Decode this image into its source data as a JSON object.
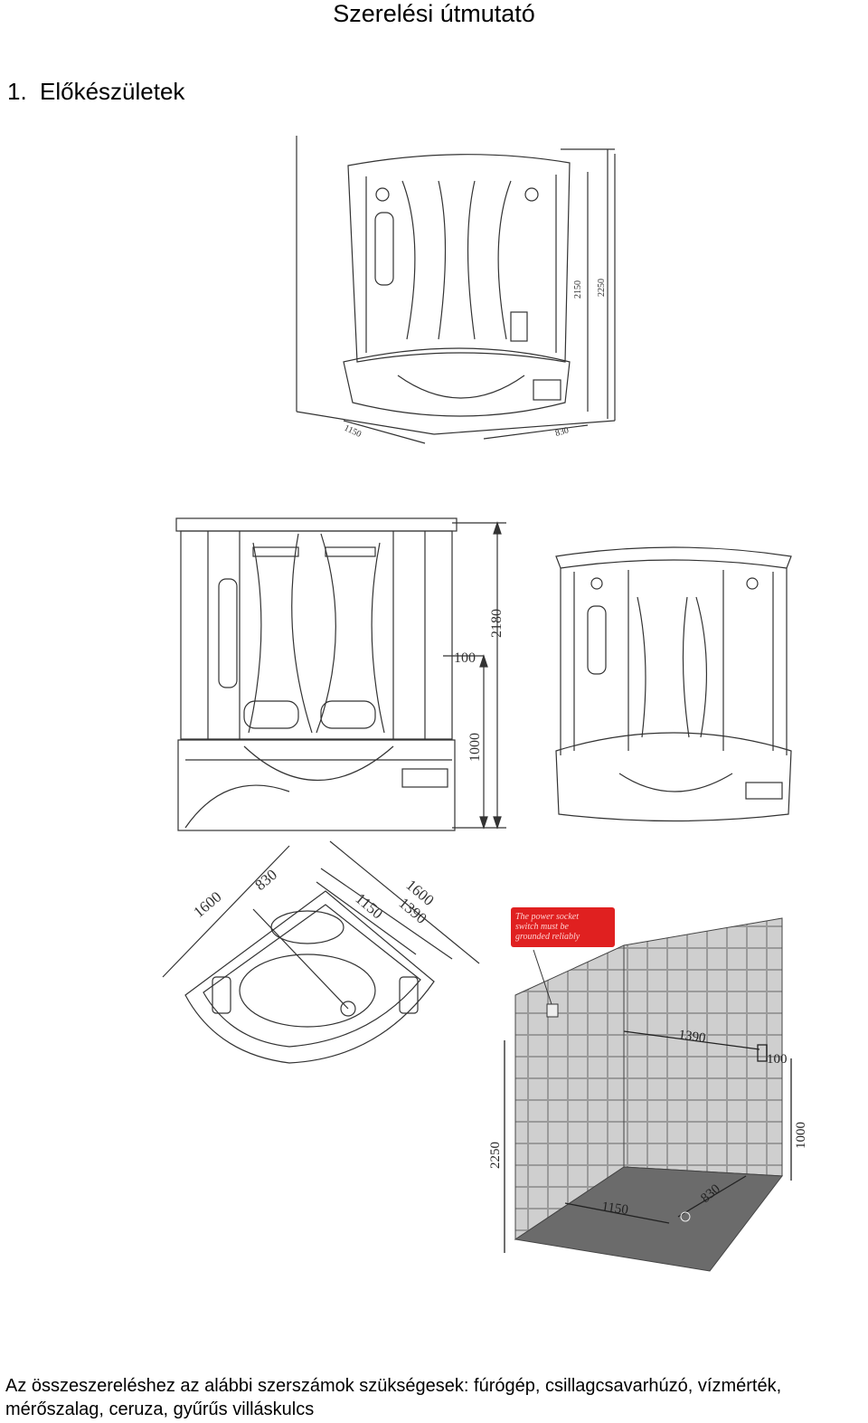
{
  "document": {
    "title": "Szerelési útmutató",
    "section_number": "1.",
    "section_title": "Előkészületek",
    "tools_text": "Az összeszereléshez az alábbi szerszámok szükségesek: fúrógép, csillagcsavarhúzó, vízmérték, mérőszalag, ceruza, gyűrűs villáskulcs"
  },
  "figures": {
    "top_view": {
      "dims": [
        "2150",
        "2250",
        "1150",
        "830"
      ]
    },
    "front_view": {
      "dims": [
        "2180",
        "100",
        "1000"
      ]
    },
    "plan_view": {
      "dims": [
        "1600",
        "830",
        "1150",
        "1600",
        "1390"
      ]
    },
    "wall_view": {
      "warning": [
        "The power socket",
        "switch must be",
        "grounded reliably"
      ],
      "dims": [
        "1390",
        "100",
        "1000",
        "2250",
        "1150",
        "830"
      ],
      "warning_color": "#e02020"
    }
  }
}
